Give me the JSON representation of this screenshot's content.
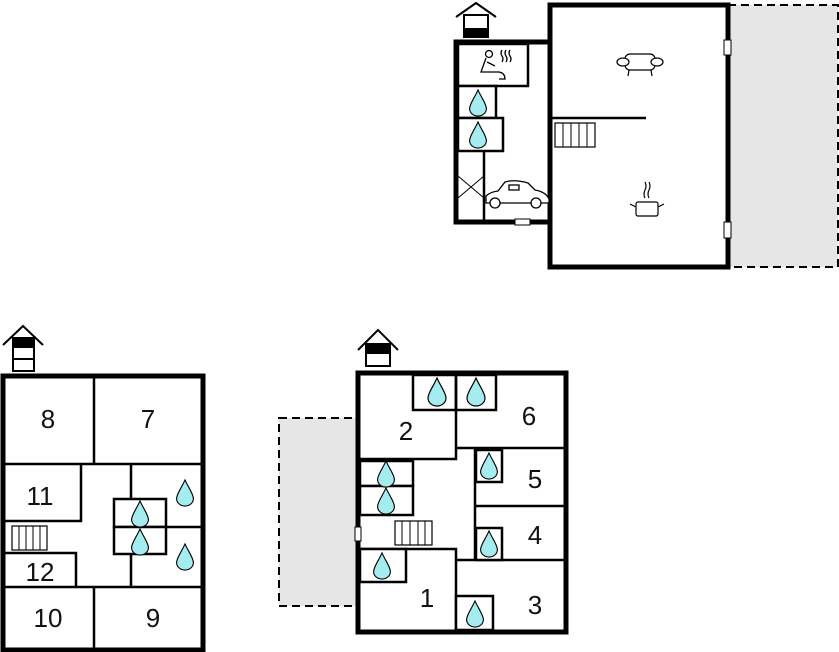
{
  "title": "Floor plans",
  "colors": {
    "water": "#a4ecf0",
    "terrace": "#e6e6e6",
    "wall": "#000000"
  },
  "floors": [
    {
      "name": "ground-floor-plan",
      "icons": [
        "house-entrance-icon",
        "sauna-icon",
        "shower-icon",
        "shower-icon",
        "storage-icon",
        "car-garage-icon",
        "stairs-icon",
        "sofa-icon",
        "cooking-pot-icon"
      ]
    },
    {
      "name": "upper-floor-plan",
      "rooms": [
        {
          "label": "2"
        },
        {
          "label": "6"
        },
        {
          "label": "5"
        },
        {
          "label": "4"
        },
        {
          "label": "1"
        },
        {
          "label": "3"
        }
      ]
    },
    {
      "name": "basement-floor-plan",
      "rooms": [
        {
          "label": "8"
        },
        {
          "label": "7"
        },
        {
          "label": "11"
        },
        {
          "label": "12"
        },
        {
          "label": "10"
        },
        {
          "label": "9"
        }
      ]
    }
  ]
}
